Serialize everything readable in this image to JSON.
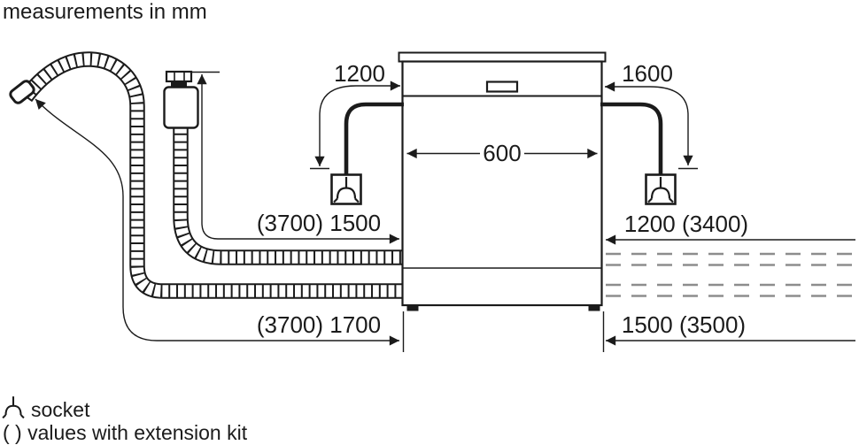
{
  "title": "measurements in mm",
  "diagram": {
    "type": "installation-dimensions",
    "appliance": "dishwasher",
    "dims": {
      "power_cord_left": "1200",
      "power_cord_right": "1600",
      "appliance_width": "600",
      "supply_hose_mid_left": "(3700) 1500",
      "mid_right": "1200 (3400)",
      "drain_hose_bottom_left": "(3700) 1700",
      "bottom_right": "1500 (3500)"
    }
  },
  "legend": {
    "socket_label": "socket",
    "values_label": "( ) values with extension kit"
  },
  "colors": {
    "ink": "#1b1b1b",
    "dashed_line": "#8d8d8d",
    "background": "#ffffff"
  },
  "icons": {
    "socket": "socket-outlet-symbol"
  }
}
